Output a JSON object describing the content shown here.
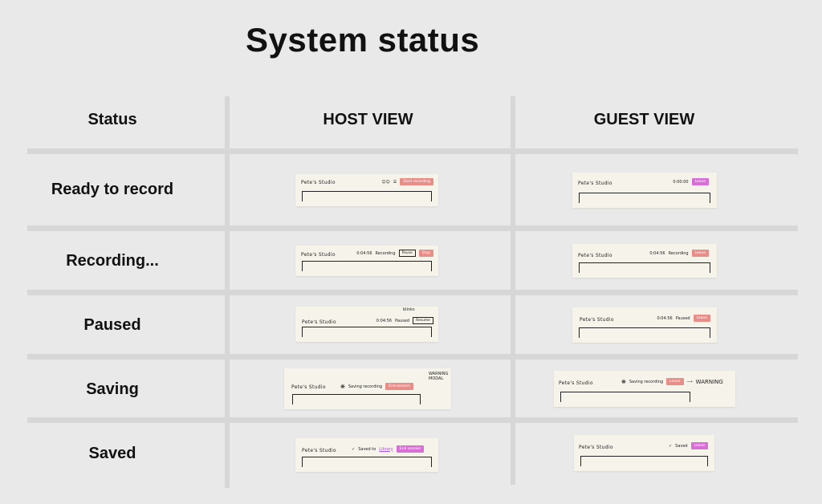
{
  "title": "System status",
  "headers": {
    "status": "Status",
    "host": "HOST VIEW",
    "guest": "GUEST VIEW"
  },
  "rows": [
    {
      "label": "Ready to record"
    },
    {
      "label": "Recording..."
    },
    {
      "label": "Paused"
    },
    {
      "label": "Saving"
    },
    {
      "label": "Saved"
    }
  ],
  "cards": {
    "studio": "Pete's Studio",
    "host_ready": {
      "btn": "Start recording"
    },
    "guest_ready": {
      "time": "0:00:00",
      "btn": "Leave"
    },
    "host_recording": {
      "time": "0:04:56",
      "status": "Recording",
      "pause": "Pause",
      "stop": "Stop"
    },
    "guest_recording": {
      "time": "0:04:56",
      "status": "Recording",
      "btn": "Leave"
    },
    "host_paused": {
      "time": "0:04:56",
      "status": "Paused",
      "resume": "Resume",
      "note": "blinks"
    },
    "guest_paused": {
      "time": "0:04:56",
      "status": "Paused",
      "btn": "Leave"
    },
    "host_saving": {
      "status": "Saving recording",
      "btn": "End session",
      "note": "WARNING MODAL"
    },
    "guest_saving": {
      "status": "Saving recording",
      "btn": "Leave",
      "note": "WARNING"
    },
    "host_saved": {
      "pre": "Saved to",
      "link": "Library",
      "btn": "End session"
    },
    "guest_saved": {
      "status": "Saved",
      "btn": "Leave"
    }
  },
  "colors": {
    "bg": "#e9e9e9",
    "grid": "#d7d7d7",
    "card": "#f6f4ea",
    "red_button": "#e98d88",
    "pink_button": "#d86fd6"
  }
}
